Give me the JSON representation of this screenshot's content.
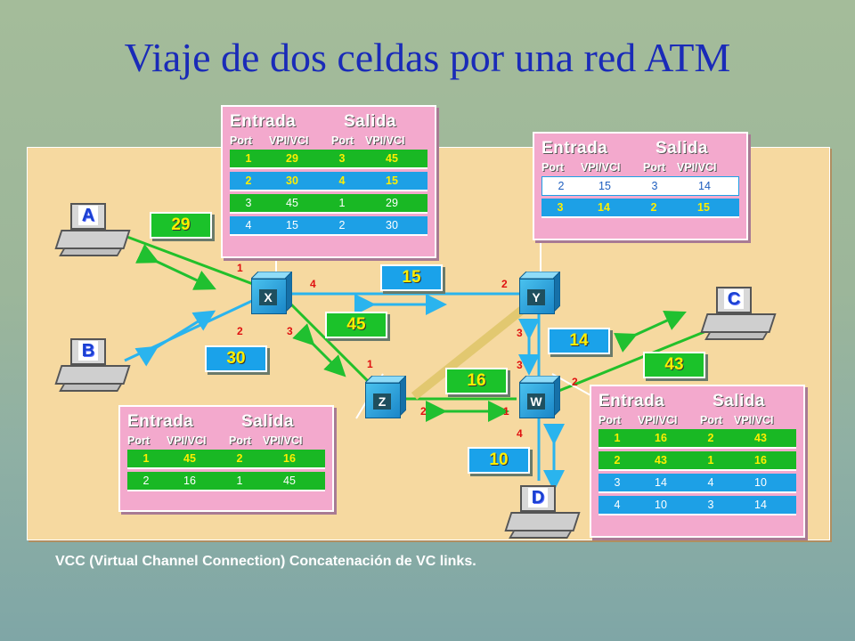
{
  "title": "Viaje de dos celdas por una red ATM",
  "caption": "VCC (Virtual Channel Connection) Concatenación de VC links.",
  "table_headers": {
    "entrada": "Entrada",
    "salida": "Salida",
    "port": "Port",
    "vpivci": "VPI/VCI"
  },
  "tables": {
    "x": {
      "rows": [
        [
          "1",
          "29",
          "3",
          "45"
        ],
        [
          "2",
          "30",
          "4",
          "15"
        ],
        [
          "3",
          "45",
          "1",
          "29"
        ],
        [
          "4",
          "15",
          "2",
          "30"
        ]
      ]
    },
    "y": {
      "rows": [
        [
          "2",
          "15",
          "3",
          "14"
        ],
        [
          "3",
          "14",
          "2",
          "15"
        ]
      ]
    },
    "z": {
      "rows": [
        [
          "1",
          "45",
          "2",
          "16"
        ],
        [
          "2",
          "16",
          "1",
          "45"
        ]
      ]
    },
    "w": {
      "rows": [
        [
          "1",
          "16",
          "2",
          "43"
        ],
        [
          "2",
          "43",
          "1",
          "16"
        ],
        [
          "3",
          "14",
          "4",
          "10"
        ],
        [
          "4",
          "10",
          "3",
          "14"
        ]
      ]
    }
  },
  "nodes": {
    "x": "X",
    "y": "Y",
    "z": "Z",
    "w": "W"
  },
  "computers": {
    "a": "A",
    "b": "B",
    "c": "C",
    "d": "D"
  },
  "badges": {
    "b29": "29",
    "b30": "30",
    "b15": "15",
    "b45": "45",
    "b14": "14",
    "b16": "16",
    "b43": "43",
    "b10": "10"
  },
  "ports": {
    "x1": "1",
    "x2": "2",
    "x3": "3",
    "x4": "4",
    "y2": "2",
    "y3": "3",
    "z1": "1",
    "z2": "2",
    "w1": "1",
    "w2": "2",
    "w3": "3",
    "w4": "4"
  },
  "colors": {
    "title": "#1a2bb8",
    "green_row": "#19b824",
    "blue_row": "#1da0e6",
    "table_bg": "#f3a9cd",
    "panel": "#f6d9a0"
  }
}
